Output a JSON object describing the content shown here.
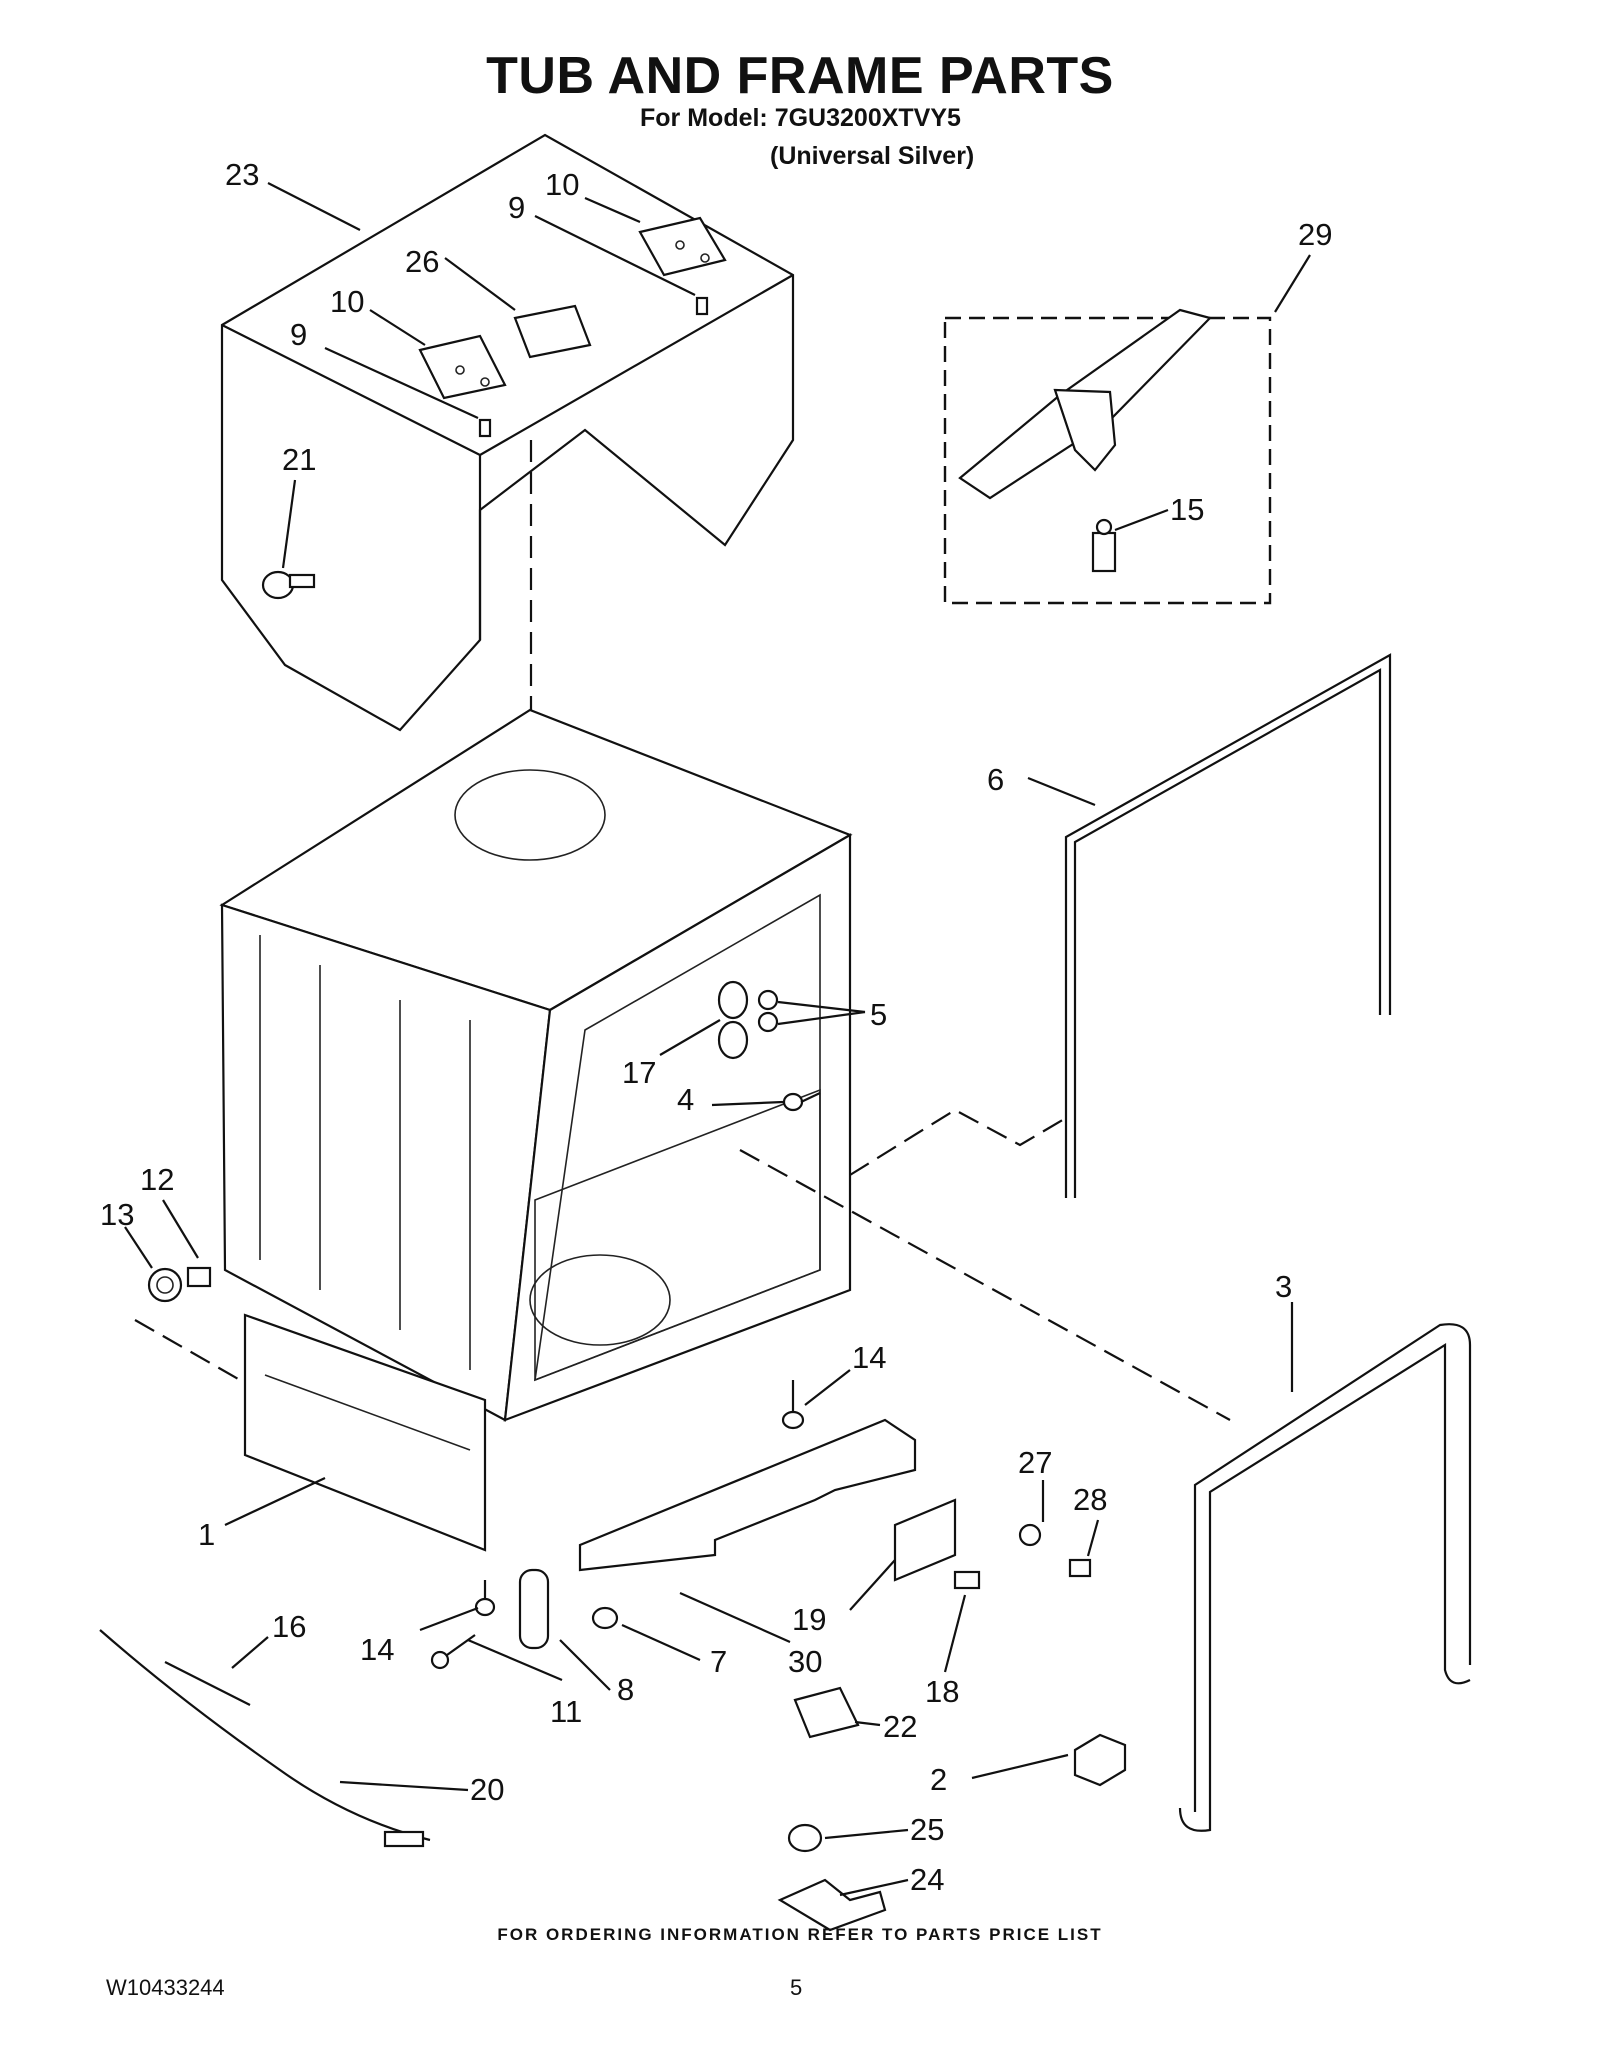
{
  "header": {
    "title": "TUB AND FRAME PARTS",
    "model_line": "For Model: 7GU3200XTVY5",
    "color_line": "(Universal Silver)"
  },
  "callouts": {
    "c1": "1",
    "c2": "2",
    "c3": "3",
    "c4": "4",
    "c5": "5",
    "c6": "6",
    "c7": "7",
    "c8": "8",
    "c9a": "9",
    "c9b": "9",
    "c10a": "10",
    "c10b": "10",
    "c11": "11",
    "c12": "12",
    "c13": "13",
    "c14a": "14",
    "c14b": "14",
    "c15": "15",
    "c16": "16",
    "c17": "17",
    "c18": "18",
    "c19": "19",
    "c20": "20",
    "c21": "21",
    "c22": "22",
    "c23": "23",
    "c24": "24",
    "c25": "25",
    "c26": "26",
    "c27": "27",
    "c28": "28",
    "c29": "29",
    "c30": "30"
  },
  "footer": {
    "ordering_note": "FOR ORDERING INFORMATION REFER TO PARTS PRICE LIST",
    "document_number": "W10433244",
    "page_number": "5"
  }
}
